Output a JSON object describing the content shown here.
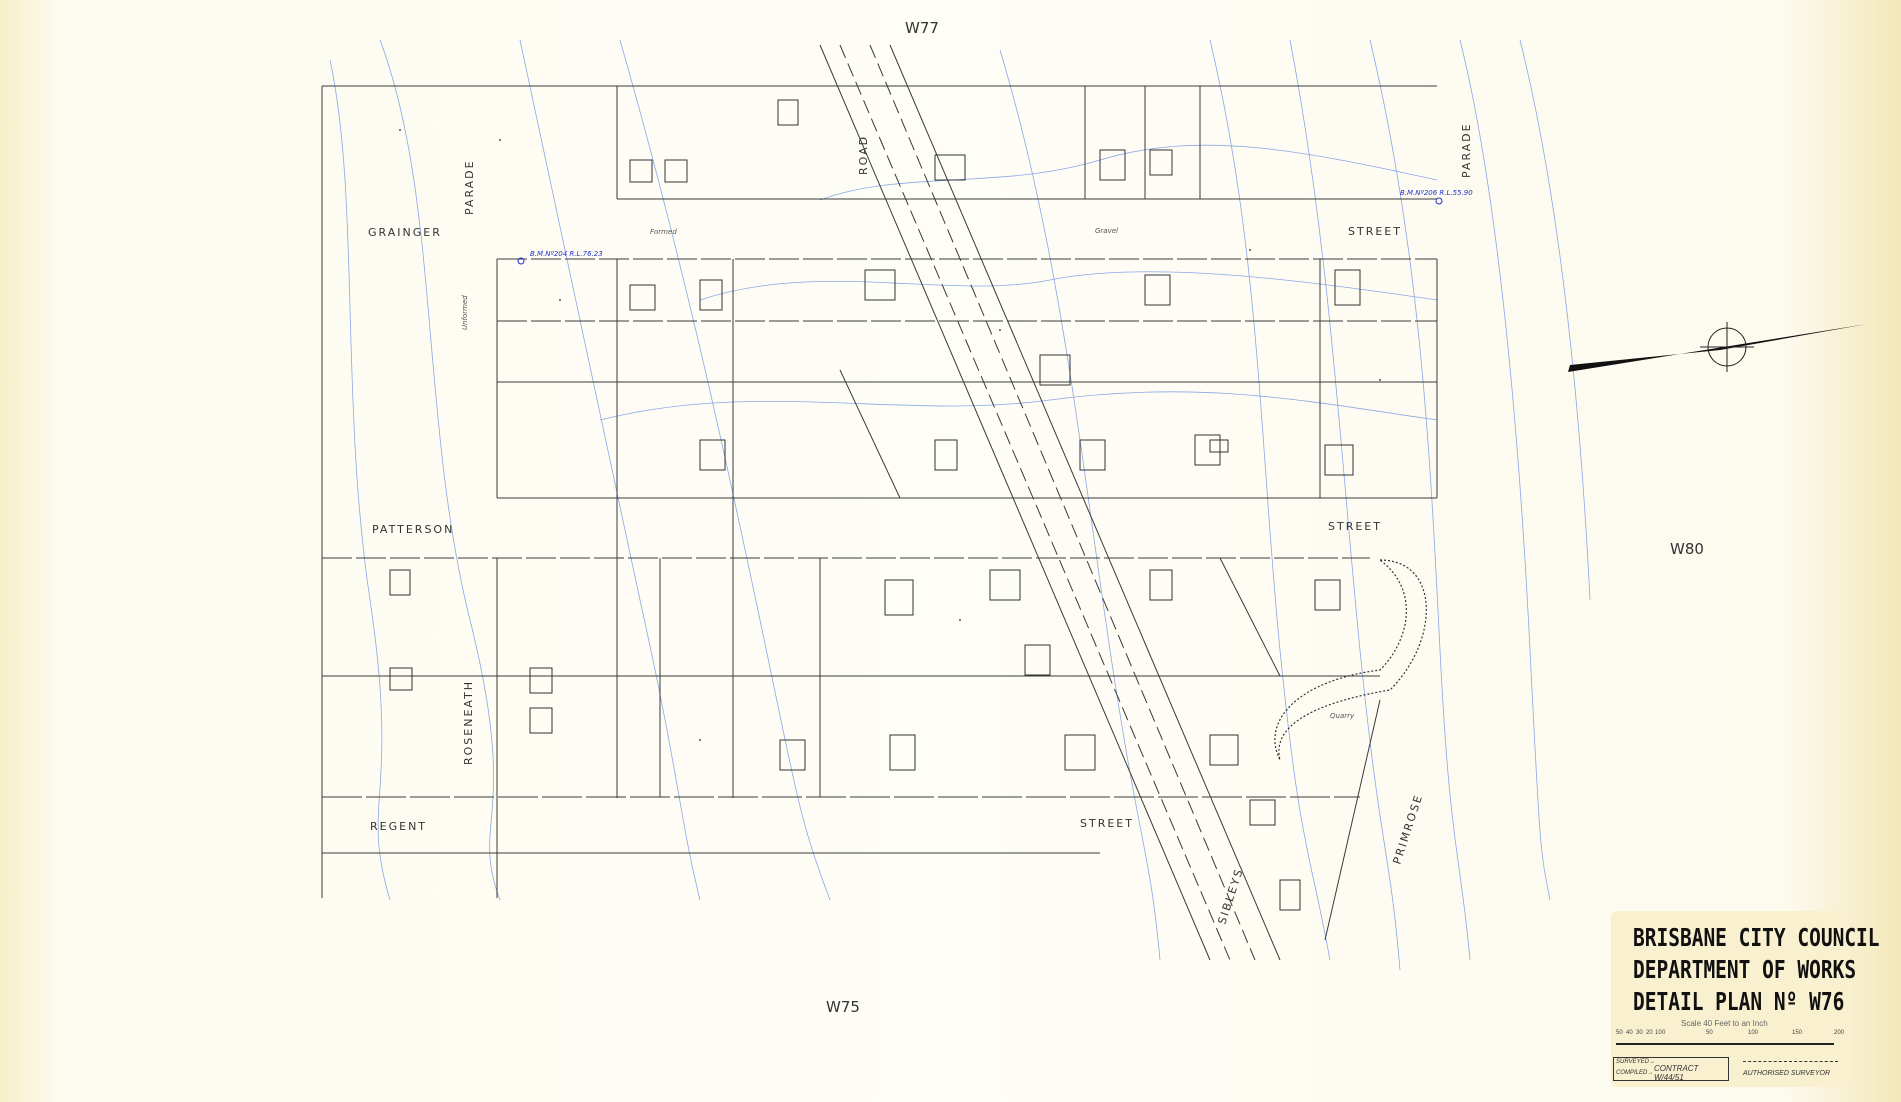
{
  "sheet_refs": {
    "north": "W77",
    "south": "W75",
    "east": "W80"
  },
  "streets": {
    "grainger": "GRAINGER",
    "grainger_street": "STREET",
    "parade_west": "PARADE",
    "parade_east": "PARADE",
    "patterson": "PATTERSON",
    "patterson_street": "STREET",
    "roseneath": "ROSENEATH",
    "regent": "REGENT",
    "regent_street": "STREET",
    "road": "ROAD",
    "sibleys": "SIBLEYS",
    "primrose": "PRIMROSE"
  },
  "annotations": {
    "formed": "Formed",
    "gravel": "Gravel",
    "unformed": "Unformed",
    "quarry": "Quarry",
    "benchmark1": "B.M.Nº204 R.L.76.23",
    "benchmark2": "B.M.Nº206 R.L.55.90"
  },
  "title_block": {
    "line1": "BRISBANE CITY COUNCIL",
    "line2": "DEPARTMENT OF WORKS",
    "line3": "DETAIL PLAN Nº W76",
    "scale": "Scale 40 Feet to an Inch",
    "scale_ticks": [
      "50",
      "40",
      "30",
      "20",
      "10",
      "0",
      "50",
      "100",
      "150",
      "200"
    ],
    "surveyed": "SURVEYED→",
    "compiled": "COMPILED→",
    "contract": "CONTRACT W/44/51",
    "authorised": "AUTHORISED SURVEYOR"
  },
  "colors": {
    "linework": "#3a3a3a",
    "contours": "#7a9ee0",
    "paper": "#fdfaee"
  }
}
